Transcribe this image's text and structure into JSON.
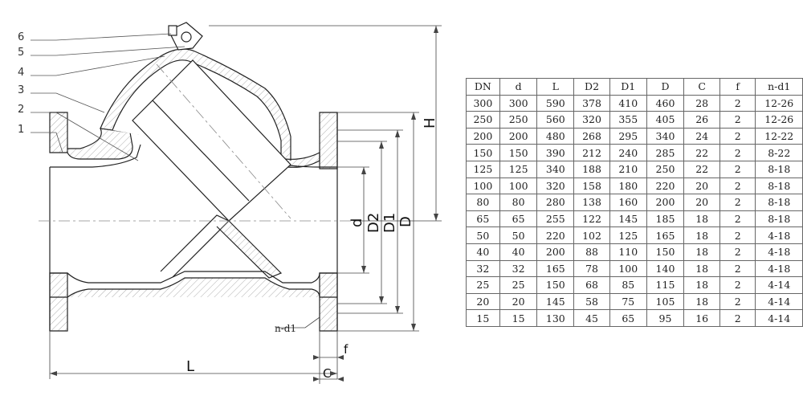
{
  "callouts": [
    "6",
    "5",
    "4",
    "3",
    "2",
    "1"
  ],
  "dimensions": {
    "H": "H",
    "d": "d",
    "D2": "D2",
    "D1": "D1",
    "D": "D",
    "L": "L",
    "C": "C",
    "f": "f",
    "n_d1": "n-d1"
  },
  "table": {
    "headers": [
      "DN",
      "d",
      "L",
      "D2",
      "D1",
      "D",
      "C",
      "f",
      "n-d1"
    ],
    "rows": [
      [
        "300",
        "300",
        "590",
        "378",
        "410",
        "460",
        "28",
        "2",
        "12-26"
      ],
      [
        "250",
        "250",
        "560",
        "320",
        "355",
        "405",
        "26",
        "2",
        "12-26"
      ],
      [
        "200",
        "200",
        "480",
        "268",
        "295",
        "340",
        "24",
        "2",
        "12-22"
      ],
      [
        "150",
        "150",
        "390",
        "212",
        "240",
        "285",
        "22",
        "2",
        "8-22"
      ],
      [
        "125",
        "125",
        "340",
        "188",
        "210",
        "250",
        "22",
        "2",
        "8-18"
      ],
      [
        "100",
        "100",
        "320",
        "158",
        "180",
        "220",
        "20",
        "2",
        "8-18"
      ],
      [
        "80",
        "80",
        "280",
        "138",
        "160",
        "200",
        "20",
        "2",
        "8-18"
      ],
      [
        "65",
        "65",
        "255",
        "122",
        "145",
        "185",
        "18",
        "2",
        "8-18"
      ],
      [
        "50",
        "50",
        "220",
        "102",
        "125",
        "165",
        "18",
        "2",
        "4-18"
      ],
      [
        "40",
        "40",
        "200",
        "88",
        "110",
        "150",
        "18",
        "2",
        "4-18"
      ],
      [
        "32",
        "32",
        "165",
        "78",
        "100",
        "140",
        "18",
        "2",
        "4-18"
      ],
      [
        "25",
        "25",
        "150",
        "68",
        "85",
        "115",
        "18",
        "2",
        "4-14"
      ],
      [
        "20",
        "20",
        "145",
        "58",
        "75",
        "105",
        "18",
        "2",
        "4-14"
      ],
      [
        "15",
        "15",
        "130",
        "45",
        "65",
        "95",
        "16",
        "2",
        "4-14"
      ]
    ]
  }
}
